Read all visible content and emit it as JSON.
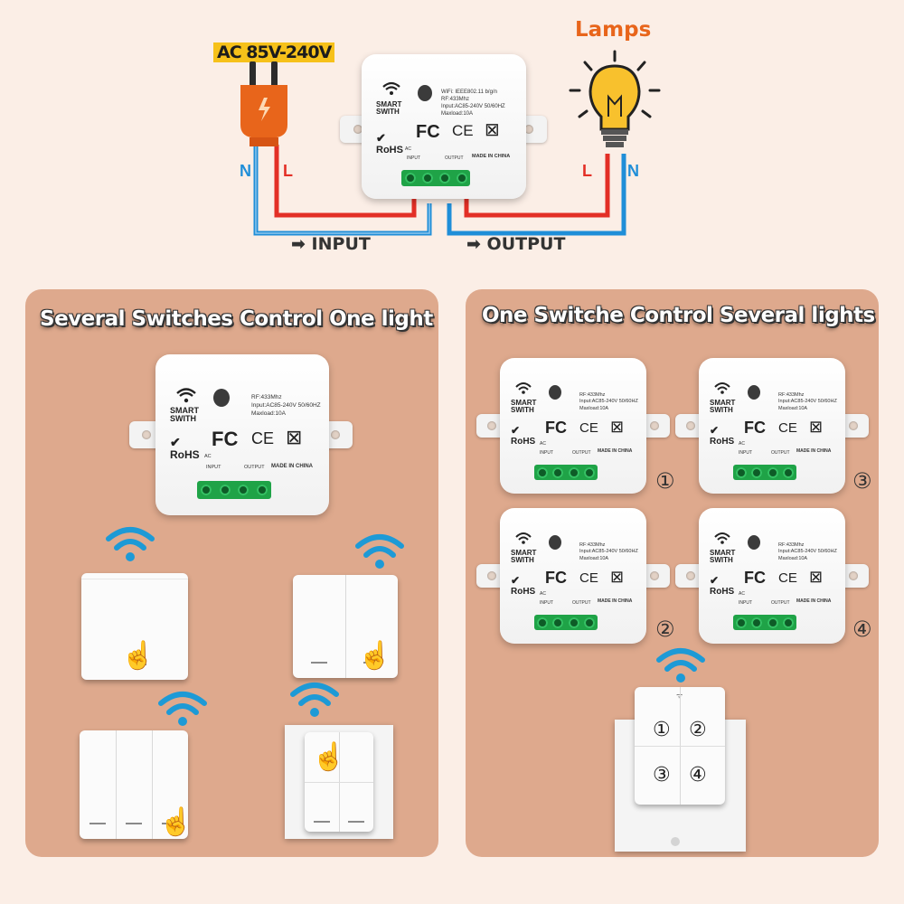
{
  "top": {
    "ac_label": "AC 85V-240V",
    "lamps_label": "Lamps",
    "input_label": "INPUT",
    "output_label": "OUTPUT",
    "n_left": "N",
    "l_left": "L",
    "l_right": "L",
    "n_right": "N",
    "colors": {
      "live": "#e32f26",
      "neutral": "#1f8ed8",
      "plug": "#e8651b",
      "bulb": "#f8c12d"
    }
  },
  "module_main": {
    "brand": "SMART\nSWITH",
    "rohs": "RoHS",
    "fc": "FC",
    "ce": "CE",
    "spec1": "WiFi: IEEE802.11 b/g/n",
    "spec2": "RF:433Mhz",
    "spec3": "Input:AC85-240V 50/60HZ",
    "spec4": "Maxload:10A",
    "input": "INPUT",
    "output": "OUTPUT",
    "made_in": "MADE IN CHINA",
    "ac": "AC"
  },
  "module_rf": {
    "brand": "SMART\nSWITH",
    "rohs": "RoHS",
    "fc": "FC",
    "ce": "CE",
    "spec1": "RF:433Mhz",
    "spec2": "Input:AC85-240V 50/60HZ",
    "spec3": "Maxload:10A",
    "input": "INPUT",
    "output": "OUTPUT",
    "made_in": "MADE IN CHINA",
    "ac": "AC"
  },
  "left_panel": {
    "title": "Several Switches Control One light"
  },
  "right_panel": {
    "title": "One Switche Control Several  lights",
    "numbers": [
      "①",
      "③",
      "②",
      "④"
    ],
    "remote_buttons": [
      "①",
      "②",
      "③",
      "④"
    ]
  }
}
